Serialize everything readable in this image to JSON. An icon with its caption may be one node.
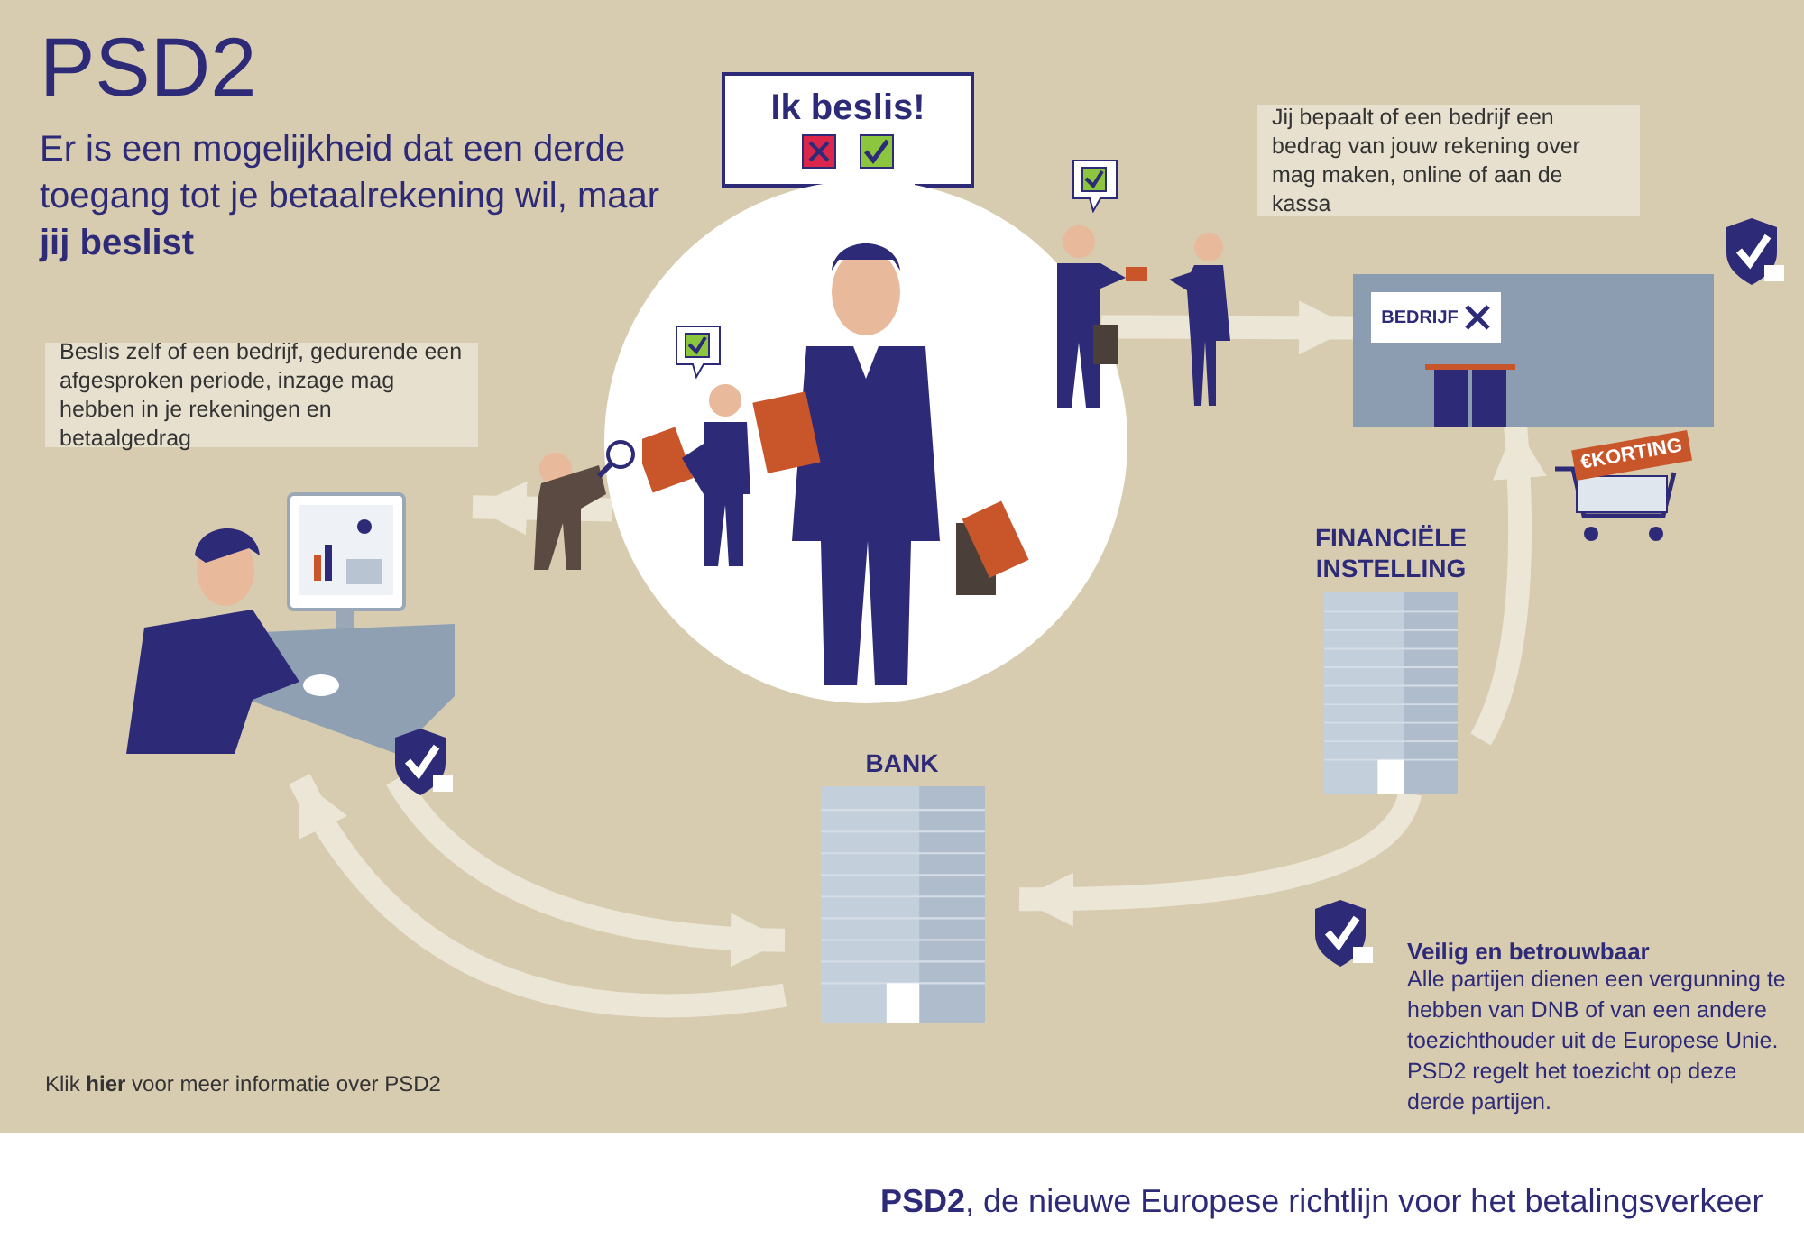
{
  "diagram": {
    "title": "PSD2",
    "nodes": [
      {
        "text": [
          "Ik beslis!"
        ]
      },
      {
        "text": [
          "BEDRIJF"
        ]
      },
      {
        "text": [
          "FINANCIËLE INSTELLING"
        ]
      },
      {
        "text": [
          "BANK"
        ]
      },
      {
        "text": [],
        "shape": "picture"
      },
      {
        "text": [],
        "shape": "picture"
      },
      {
        "text": [
          "Beslis zelf of een bedrijf, gedurende een afgesproken periode, inzage mag hebben in je rekeningen en betaalgedrag"
        ]
      },
      {
        "text": [
          "Jij bepaalt of een bedrijf een bedrag van jouw rekening over mag maken, online of aan de kassa"
        ]
      }
    ],
    "edges": [
      {
        "from": 3,
        "to": 4,
        "arrow": "to"
      },
      {
        "from": 4,
        "to": 3,
        "arrow": "to"
      },
      {
        "from": 2,
        "to": 3,
        "arrow": "to"
      },
      {
        "from": 2,
        "to": 1,
        "arrow": "to"
      },
      {
        "from": 5,
        "to": 4,
        "arrow": "to"
      },
      {
        "from": 5,
        "to": 1,
        "arrow": "to"
      }
    ],
    "labels": [
      "Er is een mogelijkheid dat een derde toegang tot je betaalrekening wil, maar **jij beslist**",
      "€KORTING",
      "Veilig en betrouwbaar",
      "Alle partijen dienen een vergunning te hebben van DNB of van een andere toezichthouder uit de Europese Unie. PSD2 regelt het toezicht op deze derde partijen.",
      "Klik **hier** voor meer informatie over PSD2",
      "**PSD2**, de nieuwe Europese richtlijn voor het betalingsverkeer"
    ]
  }
}
